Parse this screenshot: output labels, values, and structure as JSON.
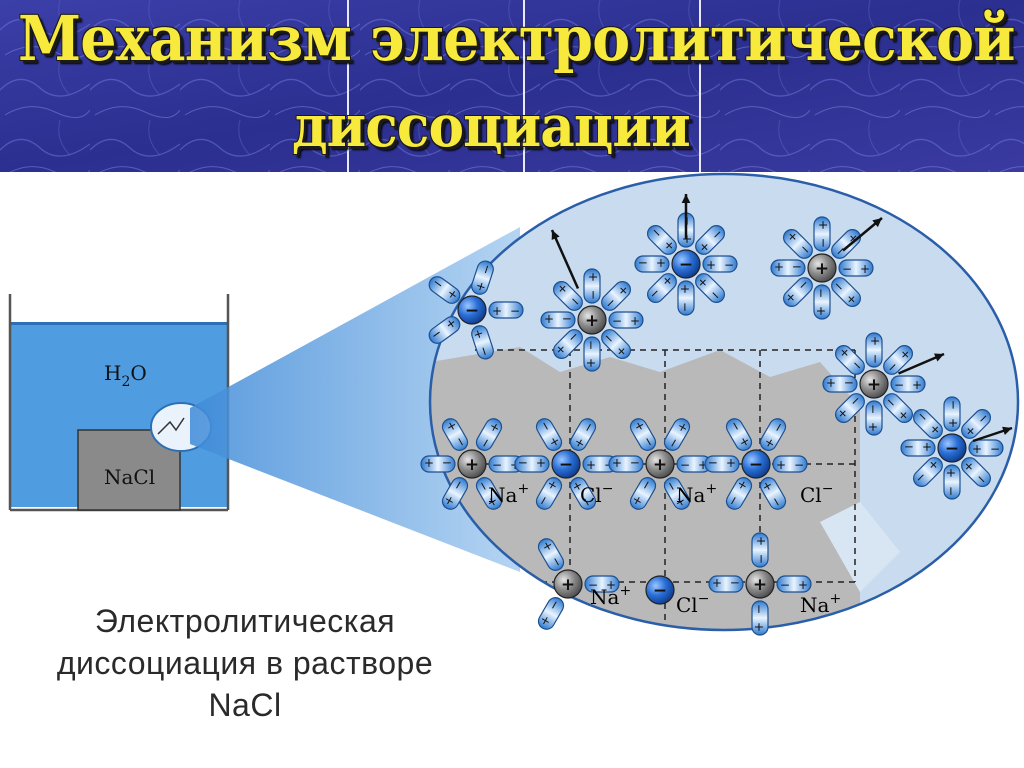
{
  "title": {
    "line1": "Механизм электролитической",
    "line2": "диссоциации"
  },
  "beaker": {
    "water_label": "H2O",
    "salt_label": "NaCl"
  },
  "lattice": {
    "labels": [
      "Na+",
      "Cl−",
      "Na+",
      "Cl−",
      "Na+",
      "Cl−",
      "Na+"
    ]
  },
  "ion_signs": {
    "cation": "+",
    "anion": "−"
  },
  "caption": {
    "line1": "Электролитическая",
    "line2": "диссоциация в растворе",
    "line3": "NaCl"
  },
  "colors": {
    "header_bg": "#2b2f8f",
    "title": "#f7ea3c",
    "water": "#4f9de0",
    "lens_bg": "#c9dcef",
    "crystal": "#b9b9b9",
    "anion": "#2a6fd6",
    "cation": "#8d8d8d",
    "dipole": "#5fa8e8"
  }
}
